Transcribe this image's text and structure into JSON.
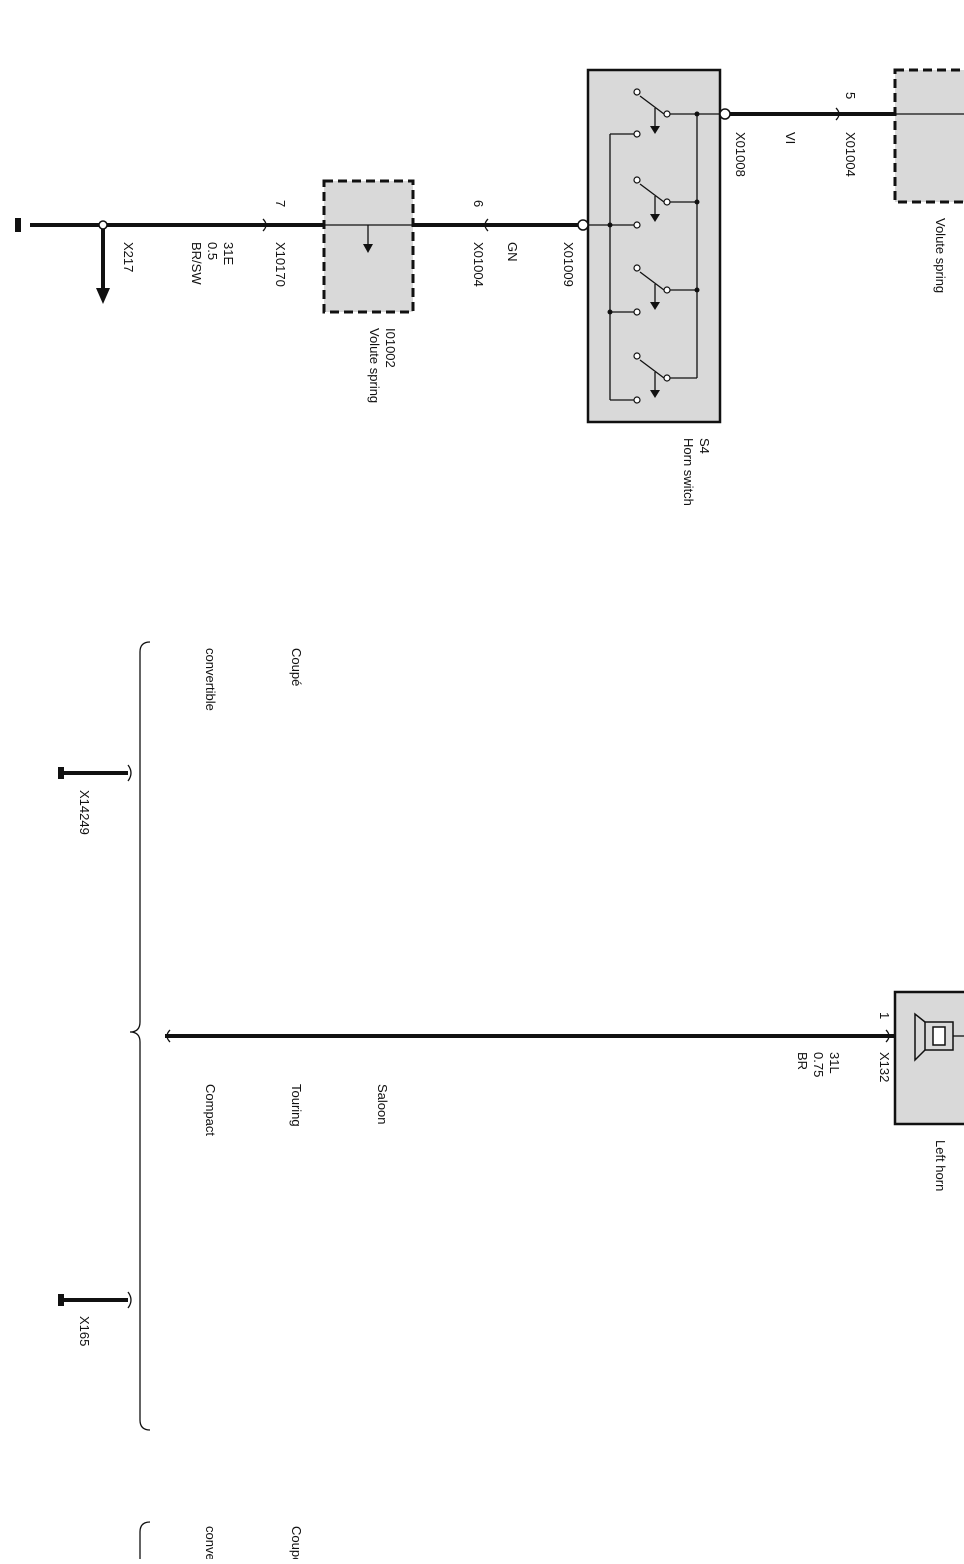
{
  "components": {
    "volute_spring_top": {
      "name": "Volute spring"
    },
    "horn_switch": {
      "ref": "S4",
      "name": "Horn switch"
    },
    "volute_spring_mid": {
      "ref": "I01002",
      "name": "Volute spring"
    },
    "left_horn": {
      "name": "Left horn"
    }
  },
  "connectors": {
    "x01004_top": {
      "id": "X01004",
      "pin": "5"
    },
    "x01008": {
      "id": "X01008"
    },
    "x01009": {
      "id": "X01009"
    },
    "x01004_mid": {
      "id": "X01004",
      "pin": "6"
    },
    "x10170": {
      "id": "X10170",
      "pin": "7"
    },
    "x217": {
      "id": "X217"
    },
    "x132": {
      "id": "X132",
      "pin": "1"
    },
    "x14249": {
      "id": "X14249"
    },
    "x165": {
      "id": "X165"
    }
  },
  "wires": {
    "vi": {
      "color": "VI"
    },
    "gn": {
      "color": "GN"
    },
    "ground_31e": {
      "circuit": "31E",
      "size": "0.5",
      "color": "BR/SW"
    },
    "horn_31l": {
      "circuit": "31L",
      "size": "0.75",
      "color": "BR"
    }
  },
  "variants": {
    "group1": [
      "Coupé",
      "convertible"
    ],
    "group2": [
      "Saloon",
      "Touring",
      "Compact"
    ],
    "group3": [
      "Coupé",
      "convertible"
    ]
  }
}
